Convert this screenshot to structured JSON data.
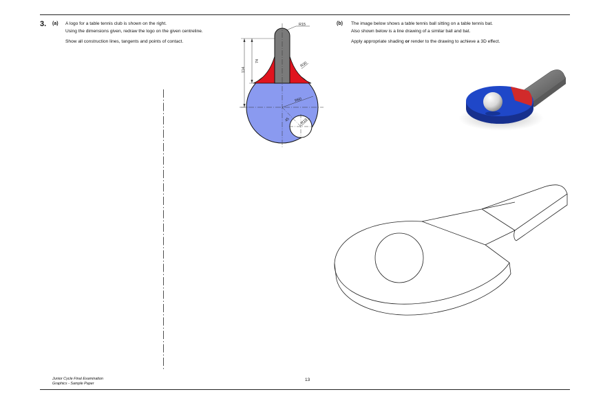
{
  "question": {
    "number": "3.",
    "part_a": {
      "label": "(a)",
      "lines": [
        "A logo for a table tennis club is shown on the right.",
        "Using the dimensions given, redraw the logo on the given centreline.",
        "Show all construction lines, tangents and points of contact."
      ]
    },
    "part_b": {
      "label": "(b)",
      "line1": "The image below shows a table tennis ball sitting on a table tennis bat.",
      "line2": "Also shown below is a line drawing of a similar ball and bat.",
      "line3_pre": "Apply appropriate shading ",
      "line3_bold": "or",
      "line3_post": " render to the drawing to achieve a 3D effect."
    }
  },
  "logo_dimensions": {
    "r15": "R15",
    "r30": "R30",
    "r60": "R60",
    "r18": "R18",
    "h74": "74",
    "h114": "114",
    "d45": "45"
  },
  "colors": {
    "handle": "#7a7a7a",
    "red": "#e0141e",
    "blue": "#8a9af0",
    "render_blue": "#1f47c8",
    "render_red": "#d12a2a"
  },
  "footer": {
    "line1": "Junior Cycle Final Examination",
    "line2": "Graphics - Sample Paper",
    "page": "13"
  }
}
